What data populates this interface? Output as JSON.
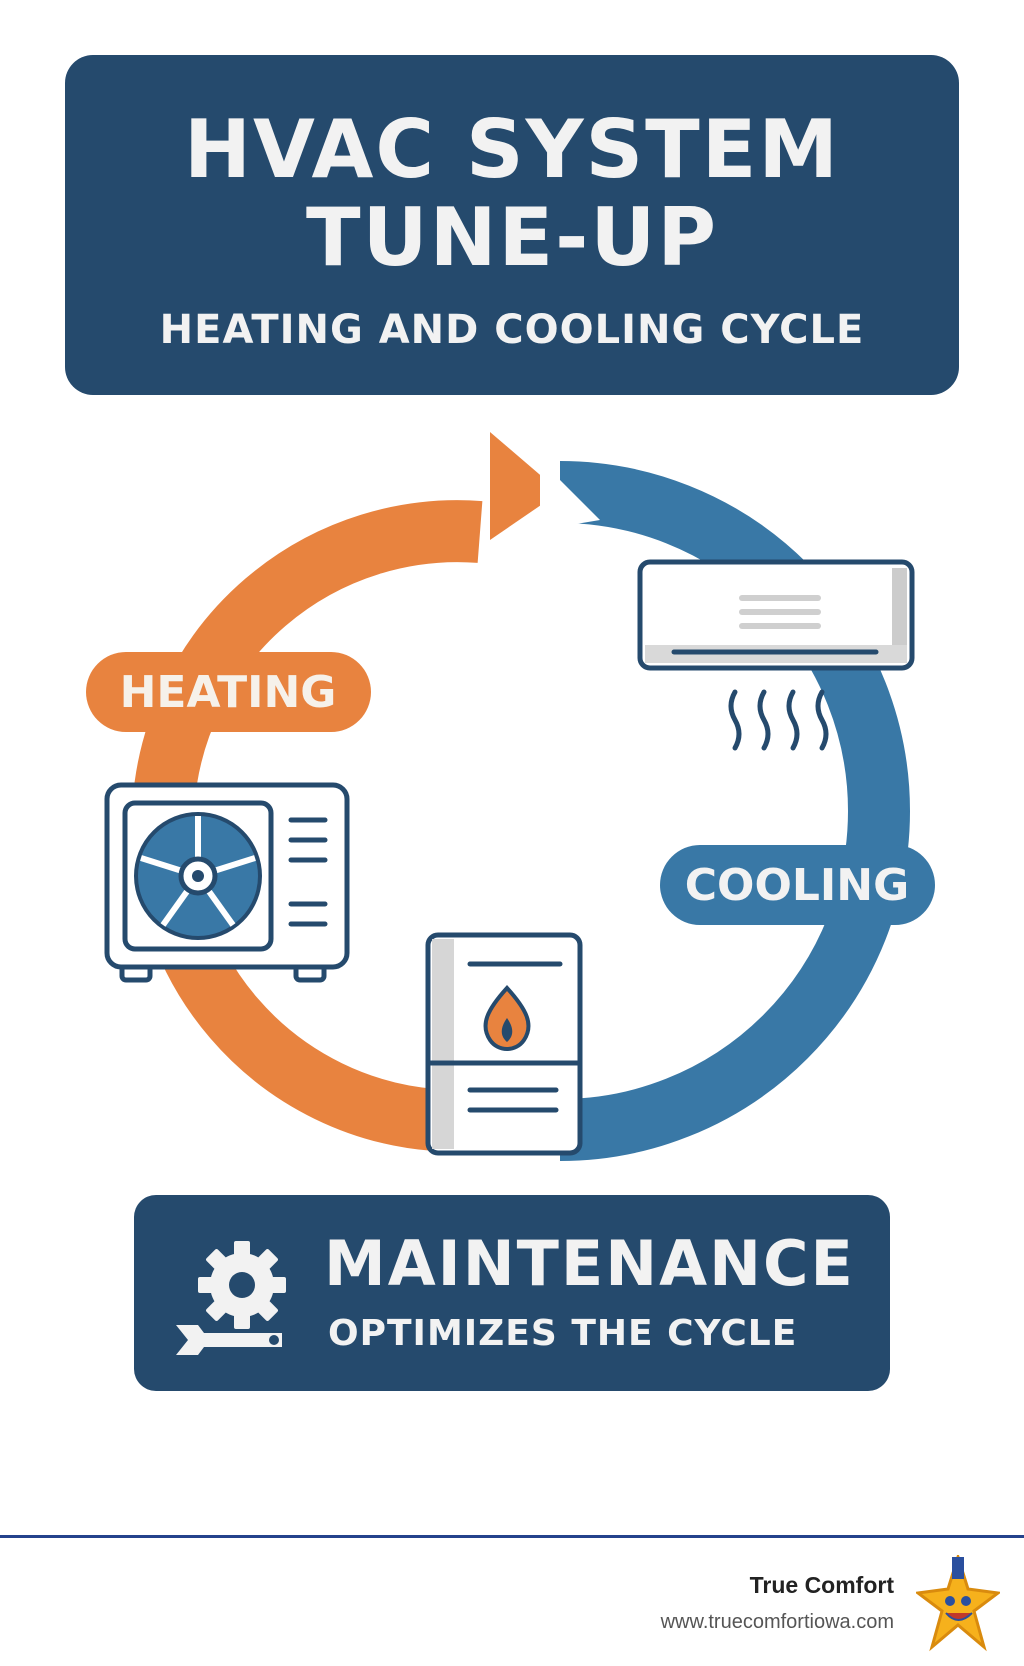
{
  "header": {
    "title_line1": "HVAC SYSTEM",
    "title_line2": "TUNE-UP",
    "subtitle": "HEATING AND COOLING CYCLE"
  },
  "cycle": {
    "heating_label": "HEATING",
    "cooling_label": "COOLING",
    "colors": {
      "heating": "#e8833f",
      "cooling": "#3978a6",
      "navy": "#254a6d"
    },
    "icons": [
      "outdoor-unit-icon",
      "wall-ac-unit-icon",
      "furnace-icon",
      "flame-icon",
      "airflow-waves-icon"
    ]
  },
  "maintenance": {
    "title": "MAINTENANCE",
    "subtitle": "OPTIMIZES THE CYCLE",
    "icons": [
      "gear-icon",
      "wrench-icon"
    ]
  },
  "footer": {
    "brand": "True Comfort",
    "url": "www.truecomfortiowa.com",
    "logo_icon": "star-mascot-icon"
  }
}
